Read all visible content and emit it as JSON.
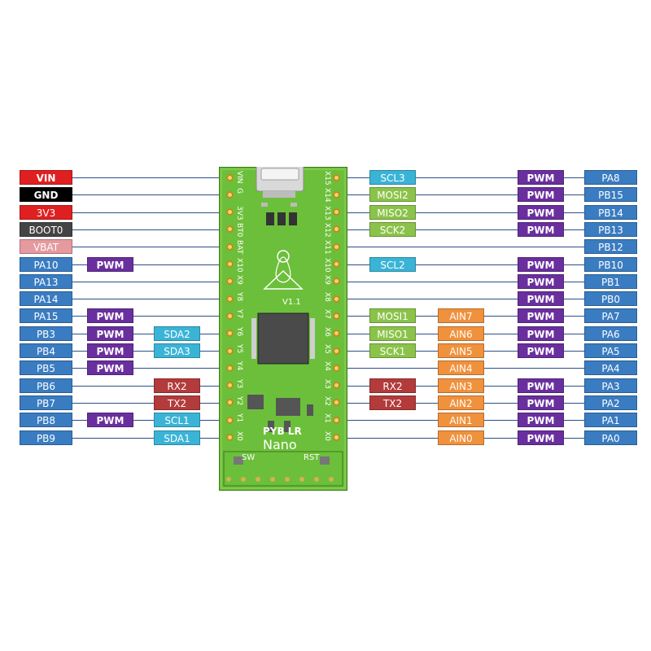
{
  "board": {
    "model_line1": "PYB LR",
    "model_line2": "Nano",
    "version": "V1.1",
    "sw_label": "SW",
    "rst_label": "RST",
    "left_pin_silk": [
      "VIN",
      "G",
      "3V3",
      "BT0",
      "BAT",
      "X10",
      "X9",
      "Y8",
      "Y7",
      "Y6",
      "Y5",
      "Y4",
      "Y3",
      "Y2",
      "Y1",
      "X0"
    ],
    "right_pin_silk": [
      "X15",
      "X14",
      "X13",
      "X12",
      "X11",
      "X10",
      "X9",
      "X8",
      "X7",
      "X6",
      "X5",
      "X4",
      "X3",
      "X2",
      "X1",
      "X0"
    ]
  },
  "left_rows": [
    {
      "pin": "VIN",
      "pin_type": "vin",
      "funcs": []
    },
    {
      "pin": "GND",
      "pin_type": "gnd",
      "funcs": []
    },
    {
      "pin": "3V3",
      "pin_type": "3v3",
      "funcs": []
    },
    {
      "pin": "BOOT0",
      "pin_type": "boot",
      "funcs": []
    },
    {
      "pin": "VBAT",
      "pin_type": "vbat",
      "funcs": []
    },
    {
      "pin": "PA10",
      "pin_type": "pin",
      "funcs": [
        {
          "text": "PWM",
          "type": "pwm",
          "col": 0
        }
      ]
    },
    {
      "pin": "PA13",
      "pin_type": "pin",
      "funcs": []
    },
    {
      "pin": "PA14",
      "pin_type": "pin",
      "funcs": []
    },
    {
      "pin": "PA15",
      "pin_type": "pin",
      "funcs": [
        {
          "text": "PWM",
          "type": "pwm",
          "col": 0
        }
      ]
    },
    {
      "pin": "PB3",
      "pin_type": "pin",
      "funcs": [
        {
          "text": "PWM",
          "type": "pwm",
          "col": 0
        },
        {
          "text": "SDA2",
          "type": "i2c",
          "col": 1
        }
      ]
    },
    {
      "pin": "PB4",
      "pin_type": "pin",
      "funcs": [
        {
          "text": "PWM",
          "type": "pwm",
          "col": 0
        },
        {
          "text": "SDA3",
          "type": "i2c",
          "col": 1
        }
      ]
    },
    {
      "pin": "PB5",
      "pin_type": "pin",
      "funcs": [
        {
          "text": "PWM",
          "type": "pwm",
          "col": 0
        }
      ]
    },
    {
      "pin": "PB6",
      "pin_type": "pin",
      "funcs": [
        {
          "text": "RX2",
          "type": "uart",
          "col": 1
        }
      ]
    },
    {
      "pin": "PB7",
      "pin_type": "pin",
      "funcs": [
        {
          "text": "TX2",
          "type": "uart",
          "col": 1
        }
      ]
    },
    {
      "pin": "PB8",
      "pin_type": "pin",
      "funcs": [
        {
          "text": "PWM",
          "type": "pwm",
          "col": 0
        },
        {
          "text": "SCL1",
          "type": "i2c",
          "col": 1
        }
      ]
    },
    {
      "pin": "PB9",
      "pin_type": "pin",
      "funcs": [
        {
          "text": "SDA1",
          "type": "i2c",
          "col": 1
        }
      ]
    }
  ],
  "right_rows": [
    {
      "pin": "PA8",
      "pin_type": "pin",
      "funcs": [
        {
          "text": "SCL3",
          "type": "i2c",
          "col": 0
        },
        {
          "text": "PWM",
          "type": "pwm",
          "col": 2
        }
      ]
    },
    {
      "pin": "PB15",
      "pin_type": "pin",
      "funcs": [
        {
          "text": "MOSI2",
          "type": "spi",
          "col": 0
        },
        {
          "text": "PWM",
          "type": "pwm",
          "col": 2
        }
      ]
    },
    {
      "pin": "PB14",
      "pin_type": "pin",
      "funcs": [
        {
          "text": "MISO2",
          "type": "spi",
          "col": 0
        },
        {
          "text": "PWM",
          "type": "pwm",
          "col": 2
        }
      ]
    },
    {
      "pin": "PB13",
      "pin_type": "pin",
      "funcs": [
        {
          "text": "SCK2",
          "type": "spi",
          "col": 0
        },
        {
          "text": "PWM",
          "type": "pwm",
          "col": 2
        }
      ]
    },
    {
      "pin": "PB12",
      "pin_type": "pin",
      "funcs": []
    },
    {
      "pin": "PB10",
      "pin_type": "pin",
      "funcs": [
        {
          "text": "SCL2",
          "type": "i2c",
          "col": 0
        },
        {
          "text": "PWM",
          "type": "pwm",
          "col": 2
        }
      ]
    },
    {
      "pin": "PB1",
      "pin_type": "pin",
      "funcs": [
        {
          "text": "PWM",
          "type": "pwm",
          "col": 2
        }
      ]
    },
    {
      "pin": "PB0",
      "pin_type": "pin",
      "funcs": [
        {
          "text": "PWM",
          "type": "pwm",
          "col": 2
        }
      ]
    },
    {
      "pin": "PA7",
      "pin_type": "pin",
      "funcs": [
        {
          "text": "MOSI1",
          "type": "spi",
          "col": 0
        },
        {
          "text": "AIN7",
          "type": "adc",
          "col": 1
        },
        {
          "text": "PWM",
          "type": "pwm",
          "col": 2
        }
      ]
    },
    {
      "pin": "PA6",
      "pin_type": "pin",
      "funcs": [
        {
          "text": "MISO1",
          "type": "spi",
          "col": 0
        },
        {
          "text": "AIN6",
          "type": "adc",
          "col": 1
        },
        {
          "text": "PWM",
          "type": "pwm",
          "col": 2
        }
      ]
    },
    {
      "pin": "PA5",
      "pin_type": "pin",
      "funcs": [
        {
          "text": "SCK1",
          "type": "spi",
          "col": 0
        },
        {
          "text": "AIN5",
          "type": "adc",
          "col": 1
        },
        {
          "text": "PWM",
          "type": "pwm",
          "col": 2
        }
      ]
    },
    {
      "pin": "PA4",
      "pin_type": "pin",
      "funcs": [
        {
          "text": "AIN4",
          "type": "adc",
          "col": 1
        }
      ]
    },
    {
      "pin": "PA3",
      "pin_type": "pin",
      "funcs": [
        {
          "text": "RX2",
          "type": "uart",
          "col": 0
        },
        {
          "text": "AIN3",
          "type": "adc",
          "col": 1
        },
        {
          "text": "PWM",
          "type": "pwm",
          "col": 2
        }
      ]
    },
    {
      "pin": "PA2",
      "pin_type": "pin",
      "funcs": [
        {
          "text": "TX2",
          "type": "uart",
          "col": 0
        },
        {
          "text": "AIN2",
          "type": "adc",
          "col": 1
        },
        {
          "text": "PWM",
          "type": "pwm",
          "col": 2
        }
      ]
    },
    {
      "pin": "PA1",
      "pin_type": "pin",
      "funcs": [
        {
          "text": "AIN1",
          "type": "adc",
          "col": 1
        },
        {
          "text": "PWM",
          "type": "pwm",
          "col": 2
        }
      ]
    },
    {
      "pin": "PA0",
      "pin_type": "pin",
      "funcs": [
        {
          "text": "AIN0",
          "type": "adc",
          "col": 1
        },
        {
          "text": "PWM",
          "type": "pwm",
          "col": 2
        }
      ]
    }
  ],
  "colors": {
    "pin": "#3a7cc1",
    "pwm": "#6a2f9e",
    "i2c": "#3ab4d6",
    "spi": "#8bc34a",
    "uart": "#b33b3b",
    "adc": "#f0913c",
    "vin": "#e02020",
    "gnd": "#000000",
    "3v3": "#e02020",
    "boot": "#444444",
    "vbat": "#e59aa0",
    "board": "#6cbf3a",
    "connector_line": "#2c4f86"
  }
}
